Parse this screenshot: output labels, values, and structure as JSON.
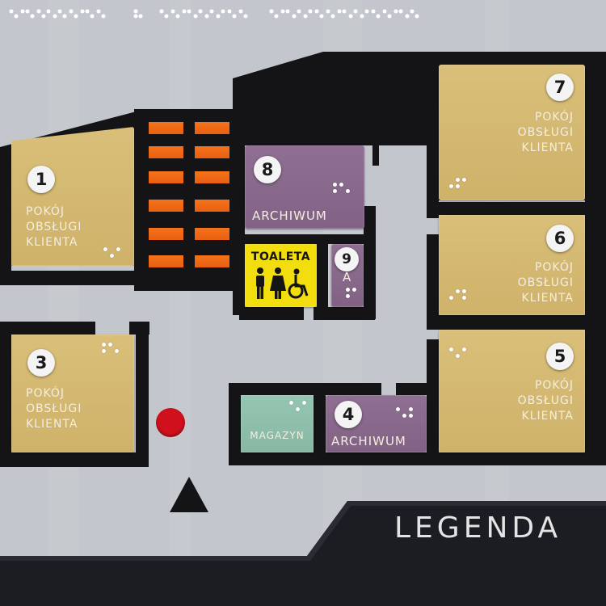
{
  "legend": {
    "title": "LEGENDA"
  },
  "rooms": {
    "r1": {
      "number": "1",
      "lines": [
        "POKÓJ",
        "OBSŁUGI",
        "KLIENTA"
      ]
    },
    "r3": {
      "number": "3",
      "lines": [
        "POKÓJ",
        "OBSŁUGI",
        "KLIENTA"
      ]
    },
    "r4": {
      "number": "4",
      "name": "ARCHIWUM"
    },
    "r5": {
      "number": "5",
      "lines": [
        "POKÓJ",
        "OBSŁUGI",
        "KLIENTA"
      ]
    },
    "r6": {
      "number": "6",
      "lines": [
        "POKÓJ",
        "OBSŁUGI",
        "KLIENTA"
      ]
    },
    "r7": {
      "number": "7",
      "lines": [
        "POKÓJ",
        "OBSŁUGI",
        "KLIENTA"
      ]
    },
    "r8": {
      "number": "8",
      "name": "ARCHIWUM"
    },
    "r9": {
      "number": "9",
      "name": "A"
    },
    "toilet": {
      "name": "TOALETA",
      "icons": [
        "man-icon",
        "woman-icon",
        "wheelchair-icon"
      ]
    },
    "storage": {
      "name": "MAGAZYN"
    }
  },
  "markers": {
    "you_are_here_color": "#d0101c",
    "direction": "triangle-up",
    "stairs_color": "#f26a17"
  },
  "colors": {
    "client_room": "#d4b76e",
    "archive": "#886889",
    "storage": "#8cbfab",
    "toilet": "#f2dd0f",
    "walls": "#141416",
    "background": "#c3c7cd"
  }
}
